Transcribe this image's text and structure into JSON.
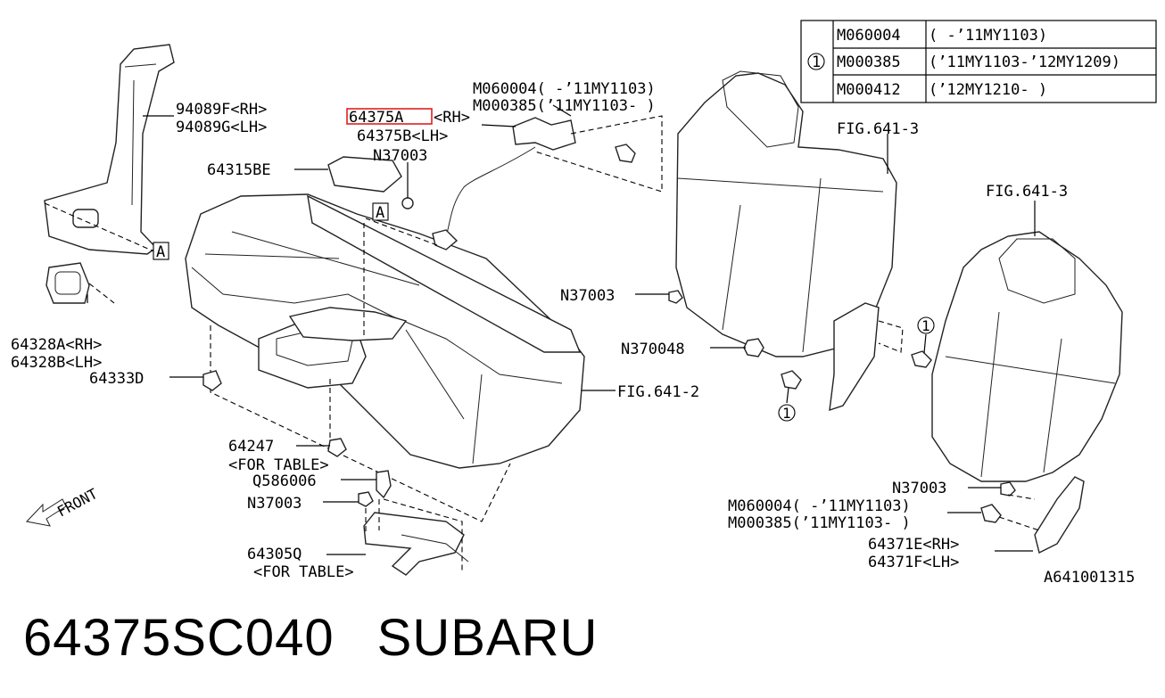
{
  "diagram": {
    "table": {
      "ref": "1",
      "rows": [
        {
          "code": "M060004",
          "range": "( -’11MY1103)"
        },
        {
          "code": "M000385",
          "range": "(’11MY1103-’12MY1209)"
        },
        {
          "code": "M000412",
          "range": "(’12MY1210- )"
        }
      ]
    },
    "labels": {
      "p94089f": "94089F<RH>",
      "p94089g": "94089G<LH>",
      "p64375a": "64375A",
      "p64375a_side": "<RH>",
      "p64375b": "64375B<LH>",
      "top_m060004": "M060004( -’11MY1103)",
      "top_m000385": "M000385(’11MY1103- )",
      "p64315be": "64315BE",
      "n37003_top": "N37003",
      "ref_a1": "A",
      "ref_a2": "A",
      "fig_641_3_a": "FIG.641-3",
      "fig_641_3_b": "FIG.641-3",
      "fig_641_2": "FIG.641-2",
      "n37003_mid": "N37003",
      "n370048": "N370048",
      "p64328a": "64328A<RH>",
      "p64328b": "64328B<LH>",
      "p64333d": "64333D",
      "p64247": "64247",
      "p64247_note": "<FOR TABLE>",
      "q586006": "Q586006",
      "n37003_low": "N37003",
      "p64305q": "64305Q",
      "p64305q_note": "<FOR TABLE>",
      "front": "FRONT",
      "circle_1a": "1",
      "circle_1b": "1",
      "n37003_right": "N37003",
      "bot_m060004": "M060004( -’11MY1103)",
      "bot_m000385": "M000385(’11MY1103- )",
      "p64371e": "64371E<RH>",
      "p64371f": "64371F<LH>",
      "drawing_no": "A641001315"
    },
    "highlight_color": "#e02020"
  },
  "footer": {
    "part_number": "64375SC040",
    "brand": "SUBARU"
  }
}
